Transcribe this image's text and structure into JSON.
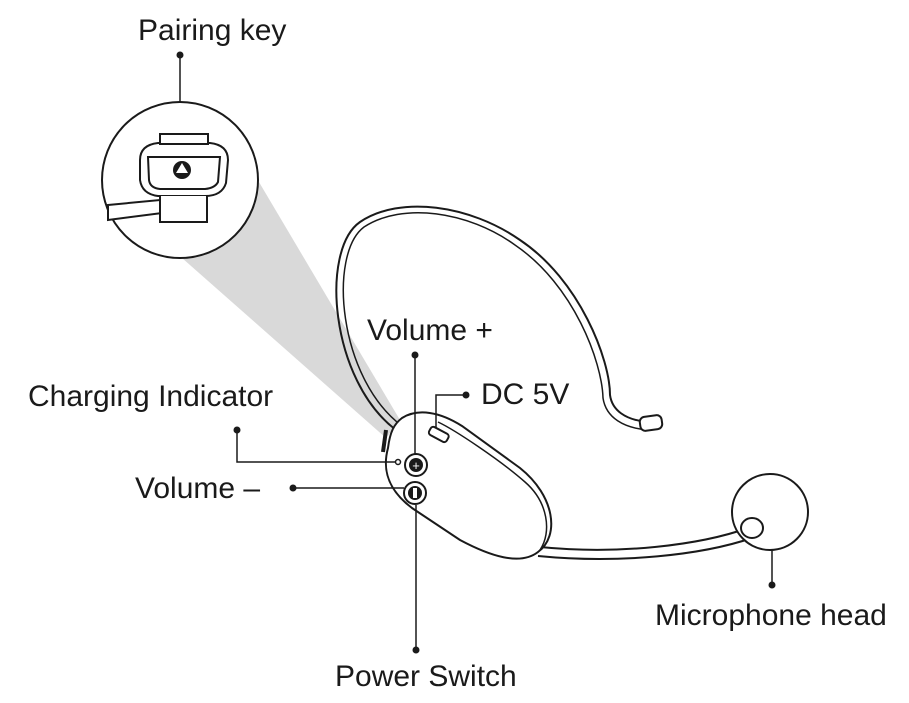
{
  "labels": {
    "pairing_key": "Pairing key",
    "volume_plus": "Volume +",
    "dc_5v": "DC 5V",
    "charging_indicator": "Charging Indicator",
    "volume_minus": "Volume –",
    "microphone_head": "Microphone head",
    "power_switch": "Power Switch"
  },
  "colors": {
    "line": "#1a1a1a",
    "zoom_cone": "#d9d9d9",
    "background": "#ffffff"
  }
}
